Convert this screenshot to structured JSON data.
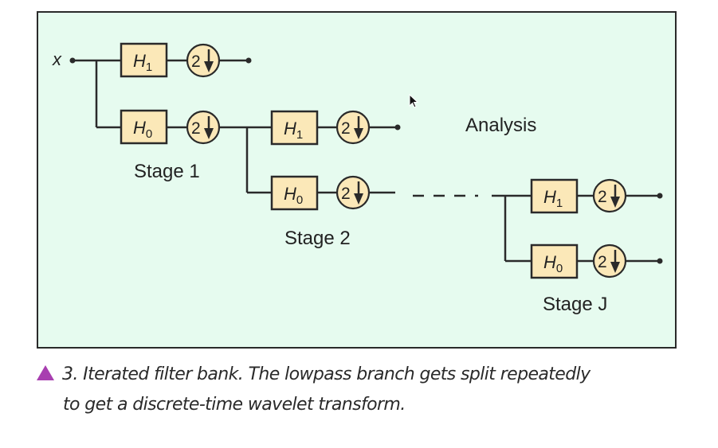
{
  "figure": {
    "input_label": "x",
    "section_label": "Analysis",
    "colors": {
      "panel_bg": "#e6fbef",
      "filter_fill": "#fbe8b8",
      "line": "#2a2a2a",
      "marker": "#a83fb0"
    },
    "stages": [
      {
        "label": "Stage 1",
        "highpass": {
          "filter": "H",
          "sub": "1",
          "downsample": "2"
        },
        "lowpass": {
          "filter": "H",
          "sub": "0",
          "downsample": "2"
        }
      },
      {
        "label": "Stage 2",
        "highpass": {
          "filter": "H",
          "sub": "1",
          "downsample": "2"
        },
        "lowpass": {
          "filter": "H",
          "sub": "0",
          "downsample": "2"
        }
      },
      {
        "label": "Stage J",
        "highpass": {
          "filter": "H",
          "sub": "1",
          "downsample": "2"
        },
        "lowpass": {
          "filter": "H",
          "sub": "0",
          "downsample": "2"
        }
      }
    ]
  },
  "caption": {
    "marker_icon": "triangle-up",
    "line1": "3. Iterated filter bank. The lowpass branch gets split repeatedly",
    "line2": "to get a discrete-time wavelet transform."
  }
}
